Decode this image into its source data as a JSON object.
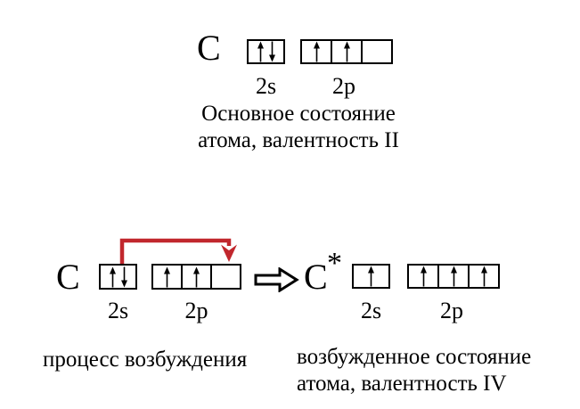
{
  "colors": {
    "background": "#ffffff",
    "text": "#000000",
    "box_border": "#000000",
    "excitation_arrow": "#c1272d"
  },
  "ground_state": {
    "element_symbol": "C",
    "orbital_s_label": "2s",
    "orbital_p_label": "2p",
    "s_electrons": [
      "up",
      "down"
    ],
    "p_electrons": [
      [
        "up"
      ],
      [
        "up"
      ],
      []
    ],
    "caption_line1": "Основное состояние",
    "caption_line2": "атома, валентность II"
  },
  "excitation_process": {
    "element_symbol": "C",
    "orbital_s_label": "2s",
    "orbital_p_label": "2p",
    "s_electrons": [
      "up",
      "down"
    ],
    "p_electrons": [
      [
        "up"
      ],
      [
        "up"
      ],
      []
    ],
    "caption": "процесс возбуждения",
    "excitation_arrow_icon": "red-excitation-arrow",
    "transition_arrow_icon": "right-block-arrow"
  },
  "excited_state": {
    "element_symbol": "C",
    "element_superscript": "*",
    "orbital_s_label": "2s",
    "orbital_p_label": "2p",
    "s_electrons": [
      "up"
    ],
    "p_electrons": [
      [
        "up"
      ],
      [
        "up"
      ],
      [
        "up"
      ]
    ],
    "caption_line1": "возбужденное состояние",
    "caption_line2": "атома, валентность IV"
  }
}
